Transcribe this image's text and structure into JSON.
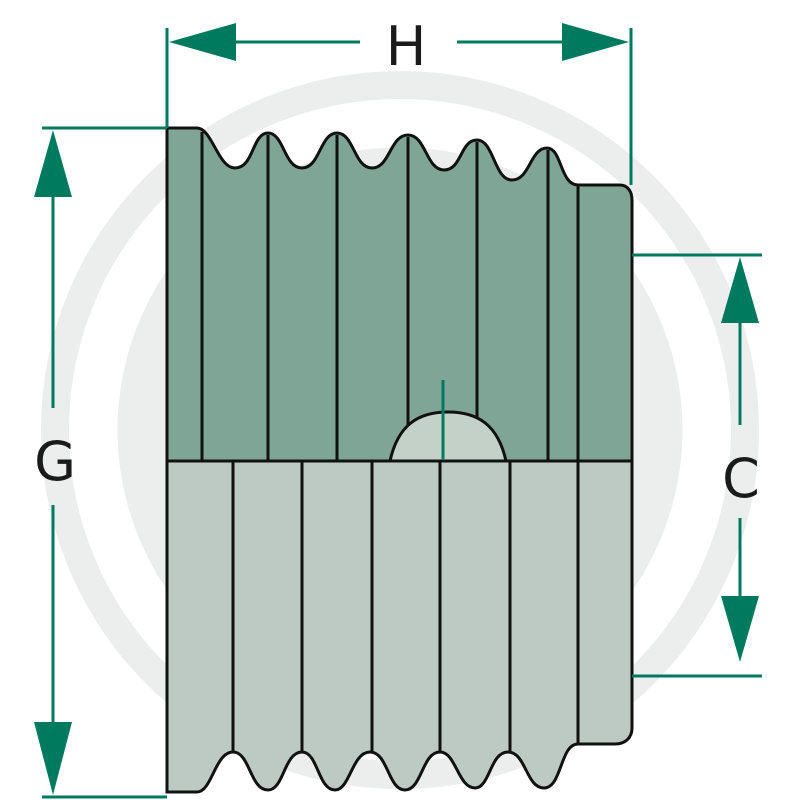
{
  "labels": {
    "H": "H",
    "G": "G",
    "C": "C"
  },
  "colors": {
    "dimension": "#007a5e",
    "outline": "#111111",
    "upper_half_fill": "#7fa596",
    "lower_half_fill": "#bccac3",
    "watermark": "#eceeed"
  }
}
